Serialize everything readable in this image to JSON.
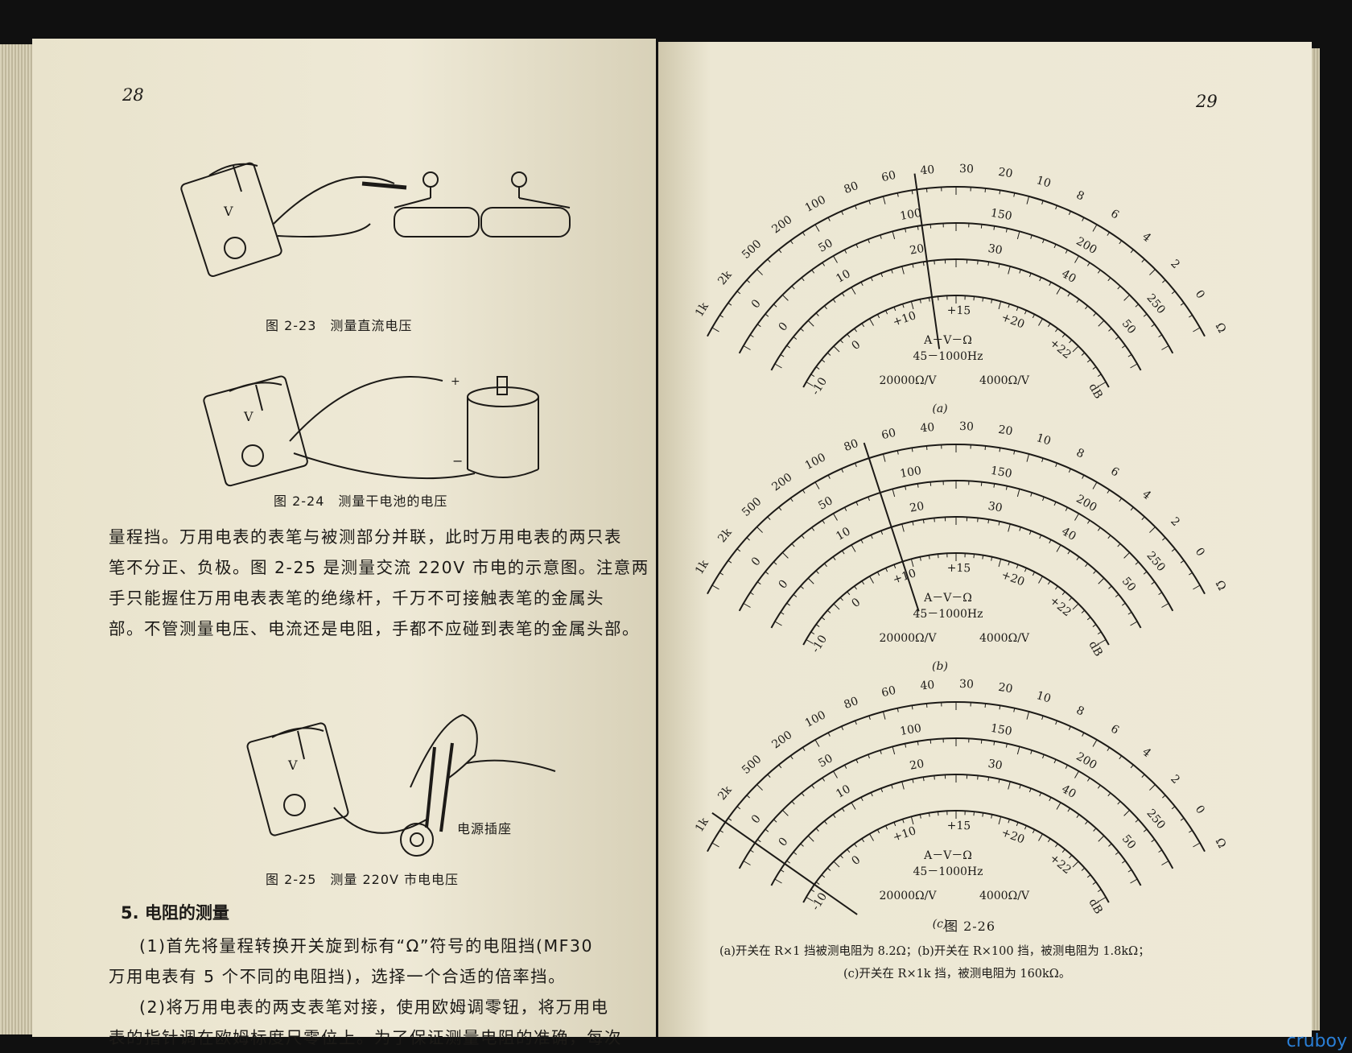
{
  "left_page": {
    "page_number": "28",
    "fig_2_23": {
      "caption": "图 2-23　测量直流电压"
    },
    "fig_2_24": {
      "caption": "图 2-24　测量干电池的电压",
      "plus": "+",
      "minus": "−"
    },
    "paragraph_1": [
      "量程挡。万用电表的表笔与被测部分并联，此时万用电表的两只表",
      "笔不分正、负极。图 2-25 是测量交流 220V 市电的示意图。注意两",
      "手只能握住万用电表表笔的绝缘杆，千万不可接触表笔的金属头",
      "部。不管测量电压、电流还是电阻，手都不应碰到表笔的金属头部。"
    ],
    "fig_2_25": {
      "caption": "图 2-25　测量 220V 市电电压",
      "socket_label": "电源插座"
    },
    "section_heading": "5. 电阻的测量",
    "paragraph_2": [
      "(1)首先将量程转换开关旋到标有“Ω”符号的电阻挡(MF30",
      "万用电表有 5 个不同的电阻挡)，选择一个合适的倍率挡。",
      "(2)将万用电表的两支表笔对接，使用欧姆调零钮，将万用电",
      "表的指针调在欧姆标度尺零位上。为了保证测量电阻的准确，每次"
    ]
  },
  "right_page": {
    "page_number": "29",
    "dials": [
      {
        "label": "(a)",
        "mode": "A－V－Ω",
        "freq": "45－1000Hz",
        "sens1": "20000Ω/V",
        "sens2": "4000Ω/V"
      },
      {
        "label": "(b)",
        "mode": "A－V－Ω",
        "freq": "45－1000Hz",
        "sens1": "20000Ω/V",
        "sens2": "4000Ω/V"
      },
      {
        "label": "(c)",
        "mode": "A－V－Ω",
        "freq": "45－1000Hz",
        "sens1": "20000Ω/V",
        "sens2": "4000Ω/V"
      }
    ],
    "ohm_ticks": [
      "1k",
      "2k",
      "500",
      "200",
      "100",
      "80",
      "60",
      "40",
      "30",
      "20",
      "10",
      "8",
      "6",
      "4",
      "2",
      "0",
      "Ω"
    ],
    "volt_ticks": [
      "0",
      "50",
      "100",
      "150",
      "200",
      "250"
    ],
    "volt_ticks_b": [
      "0",
      "10",
      "20",
      "30",
      "40",
      "50"
    ],
    "db_ticks": [
      "-10",
      "0",
      "+10",
      "+15",
      "+20",
      "+22",
      "dB"
    ],
    "figure_caption": "图 2-26",
    "note_line_1": "(a)开关在 R×1 挡被测电阻为 8.2Ω；(b)开关在 R×100 挡，被测电阻为 1.8kΩ；",
    "note_line_2": "(c)开关在 R×1k 挡，被测电阻为 160kΩ。"
  },
  "watermark": "cruboy"
}
